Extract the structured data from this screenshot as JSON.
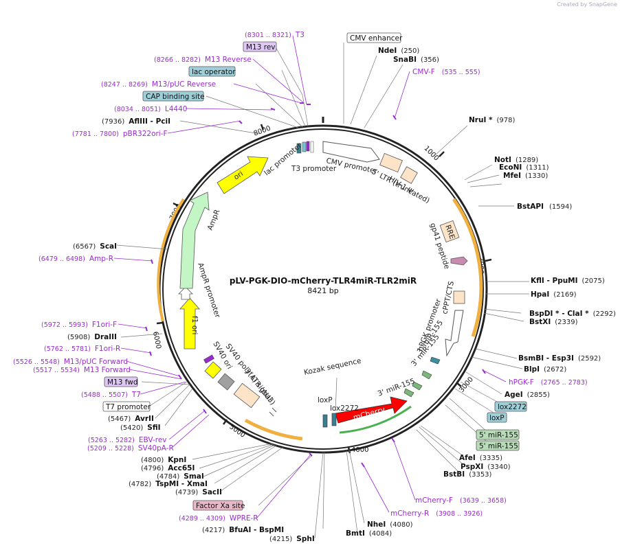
{
  "credit": "Created by SnapGene",
  "plasmid": {
    "name": "pLV-PGK-DIO-mCherry-TLR4miR-TLR2miR",
    "size_label": "8421 bp",
    "length": 8421
  },
  "ticks": [
    "1000",
    "2000",
    "3000",
    "4000",
    "5000",
    "6000",
    "7000",
    "8000"
  ],
  "colors": {
    "primer": "#9a2ad0",
    "orange": "#f0b040",
    "yellow": "#ffff00",
    "mcherry": "#ff0000",
    "ampr": "#c4f5c4"
  },
  "site_labels": [
    {
      "name": "NdeI",
      "pos": "(250)"
    },
    {
      "name": "SnaBI",
      "pos": "(356)"
    },
    {
      "name": "NruI *",
      "pos": "(978)"
    },
    {
      "name": "NotI",
      "pos": "(1289)"
    },
    {
      "name": "EcoNI",
      "pos": "(1311)"
    },
    {
      "name": "MfeI",
      "pos": "(1330)"
    },
    {
      "name": "BstAPI",
      "pos": "(1594)"
    },
    {
      "name": "KflI - PpuMI",
      "pos": "(2075)"
    },
    {
      "name": "HpaI",
      "pos": "(2169)"
    },
    {
      "name": "BspDI * - ClaI *",
      "pos": "(2292)"
    },
    {
      "name": "BstXI",
      "pos": "(2339)"
    },
    {
      "name": "BsmBI - Esp3I",
      "pos": "(2592)"
    },
    {
      "name": "BlpI",
      "pos": "(2672)"
    },
    {
      "name": "AgeI",
      "pos": "(2855)"
    },
    {
      "name": "AfeI",
      "pos": "(3335)"
    },
    {
      "name": "PspXI",
      "pos": "(3340)"
    },
    {
      "name": "BstBI",
      "pos": "(3353)"
    },
    {
      "name": "NheI",
      "pos": "(4080)"
    },
    {
      "name": "BmtI",
      "pos": "(4084)"
    },
    {
      "name": "SphI",
      "pos": "(4215)"
    },
    {
      "name": "BfuAI - BspMI",
      "pos": "(4217)"
    },
    {
      "name": "SacII",
      "pos": "(4739)"
    },
    {
      "name": "TspMI - XmaI",
      "pos": "(4782)"
    },
    {
      "name": "SmaI",
      "pos": "(4784)"
    },
    {
      "name": "Acc65I",
      "pos": "(4796)"
    },
    {
      "name": "KpnI",
      "pos": "(4800)"
    },
    {
      "name": "SfiI",
      "pos": "(5420)"
    },
    {
      "name": "AvrII",
      "pos": "(5467)"
    },
    {
      "name": "DraIII",
      "pos": "(5908)"
    },
    {
      "name": "ScaI",
      "pos": "(6567)"
    },
    {
      "name": "AflIII - PciI",
      "pos": "(7936)"
    }
  ],
  "primer_labels": [
    {
      "name": "T3",
      "range": "(8301 .. 8321)"
    },
    {
      "name": "M13 Reverse",
      "range": "(8266 .. 8282)"
    },
    {
      "name": "M13/pUC Reverse",
      "range": "(8247 .. 8269)"
    },
    {
      "name": "L4440",
      "range": "(8034 .. 8051)"
    },
    {
      "name": "pBR322ori-F",
      "range": "(7781 .. 7800)"
    },
    {
      "name": "CMV-F",
      "range": "(535 .. 555)"
    },
    {
      "name": "Amp-R",
      "range": "(6479 .. 6498)"
    },
    {
      "name": "F1ori-F",
      "range": "(5972 .. 5993)"
    },
    {
      "name": "F1ori-R",
      "range": "(5762 .. 5781)"
    },
    {
      "name": "M13/pUC Forward",
      "range": "(5526 .. 5548)"
    },
    {
      "name": "M13 Forward",
      "range": "(5517 .. 5534)"
    },
    {
      "name": "T7",
      "range": "(5488 .. 5507)"
    },
    {
      "name": "EBV-rev",
      "range": "(5263 .. 5282)"
    },
    {
      "name": "SV40pA-R",
      "range": "(5209 .. 5228)"
    },
    {
      "name": "WPRE-R",
      "range": "(4289 .. 4309)"
    },
    {
      "name": "hPGK-F",
      "range": "(2765 .. 2783)"
    },
    {
      "name": "mCherry-F",
      "range": "(3639 .. 3658)"
    },
    {
      "name": "mCherry-R",
      "range": "(3908 .. 3926)"
    }
  ],
  "boxed_labels": {
    "m13_rev": "M13 rev",
    "lac_operator": "lac operator",
    "cap_site": "CAP binding site",
    "cmv_enhancer": "CMV enhancer",
    "lox2272": "lox2272",
    "loxp": "loxP",
    "mir155_a": "5' miR-155",
    "mir155_b": "5' miR-155",
    "m13_fwd": "M13 fwd",
    "t7_promoter": "T7 promoter",
    "factor_xa": "Factor Xa site"
  },
  "feature_labels": {
    "cmv_promoter": "CMV promoter",
    "hiv_psi": "HIV-1 Ψ",
    "ltr5": "5' LTR (truncated)",
    "rre": "RRE",
    "gp41": "gp41 peptide",
    "cppt": "cPPT/CTS",
    "hpgk": "hPGK promoter",
    "mir155_3a": "3' miR-155",
    "mir155_3b": "3' miR-155",
    "mir155_3c": "3' miR-155",
    "kozak": "Kozak sequence",
    "loxp_in": "loxP",
    "lox2272_in": "lox2272",
    "mcherry": "mCherry",
    "ltr3": "3' LTR (ΔU3)",
    "sv40_polya": "SV40 poly(A) signal",
    "sv40_ori": "SV40 ori",
    "f1_ori": "f1 ori",
    "ampr_promoter": "AmpR promoter",
    "ampr": "AmpR",
    "ori": "ori",
    "lac_promoter": "lac promoter",
    "t3_promoter": "T3 promoter"
  }
}
